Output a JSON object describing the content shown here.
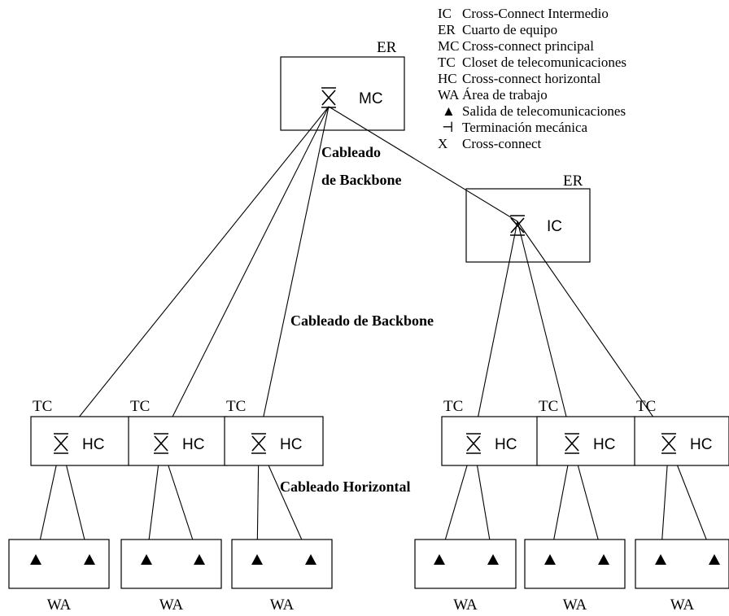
{
  "legend": [
    {
      "code": "IC",
      "text": "Cross-Connect Intermedio"
    },
    {
      "code": "ER",
      "text": "Cuarto de equipo"
    },
    {
      "code": "MC",
      "text": "Cross-connect principal"
    },
    {
      "code": "TC",
      "text": "Closet de telecomunicaciones"
    },
    {
      "code": "HC",
      "text": "Cross-connect horizontal"
    },
    {
      "code": "WA",
      "text": "Área de trabajo"
    },
    {
      "code": "▲",
      "text": "Salida de telecomunicaciones"
    },
    {
      "code": "⊣",
      "text": "Terminación mecánica"
    },
    {
      "code": "X",
      "text": "Cross-connect"
    }
  ],
  "main_room": {
    "room": "ER",
    "node": "MC"
  },
  "intermediate_room": {
    "room": "ER",
    "node": "IC"
  },
  "closets": [
    {
      "room": "TC",
      "node": "HC"
    },
    {
      "room": "TC",
      "node": "HC"
    },
    {
      "room": "TC",
      "node": "HC"
    },
    {
      "room": "TC",
      "node": "HC"
    },
    {
      "room": "TC",
      "node": "HC"
    },
    {
      "room": "TC",
      "node": "HC"
    }
  ],
  "work_areas": [
    "WA",
    "WA",
    "WA",
    "WA",
    "WA",
    "WA"
  ],
  "annotations": {
    "backbone_top_line1": "Cableado",
    "backbone_top_line2": "de Backbone",
    "backbone_mid": "Cableado de Backbone",
    "horizontal": "Cableado Horizontal"
  }
}
